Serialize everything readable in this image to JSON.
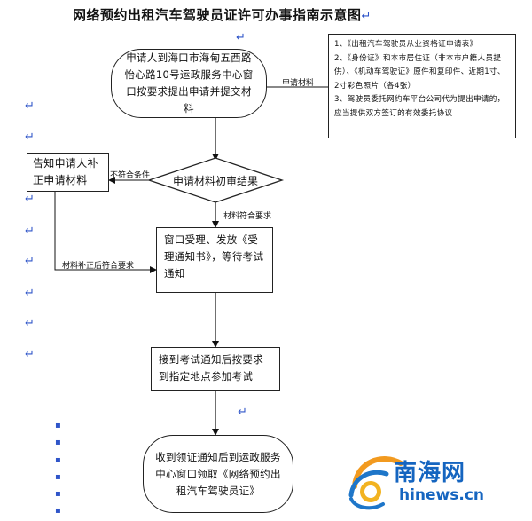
{
  "title": "网络预约出租汽车驾驶员证许可办事指南示意图",
  "return_mark": "↵",
  "nodes": {
    "start": "申请人到海口市海甸五西路怡心路10号运政服务中心窗口按要求提出申请并提交材料",
    "notes": [
      "1、《出租汽车驾驶员从业资格证申请表》",
      "2、《身份证》和本市居住证（非本市户籍人员提供）、《机动车驾驶证》原件和复印件、近期1寸、2寸彩色照片（各4张）",
      "3、驾驶员委托网约车平台公司代为提出申请的，应当提供双方签订的有效委托协议"
    ],
    "notify": "告知申请人补正申请材料",
    "decision": "申请材料初审结果",
    "accept": "窗口受理、发放《受理通知书》，等待考试通知",
    "exam": "接到考试通知后按要求到指定地点参加考试",
    "end": "收到领证通知后到运政服务中心窗口领取《网络预约出租汽车驾驶员证》"
  },
  "edge_labels": {
    "submit_materials": "申请材料",
    "not_qualified": "不符合条件",
    "qualified": "材料符合要求",
    "corrected": "材料补正后符合要求"
  },
  "logo": {
    "name": "南海网",
    "domain": "hinews.cn"
  }
}
